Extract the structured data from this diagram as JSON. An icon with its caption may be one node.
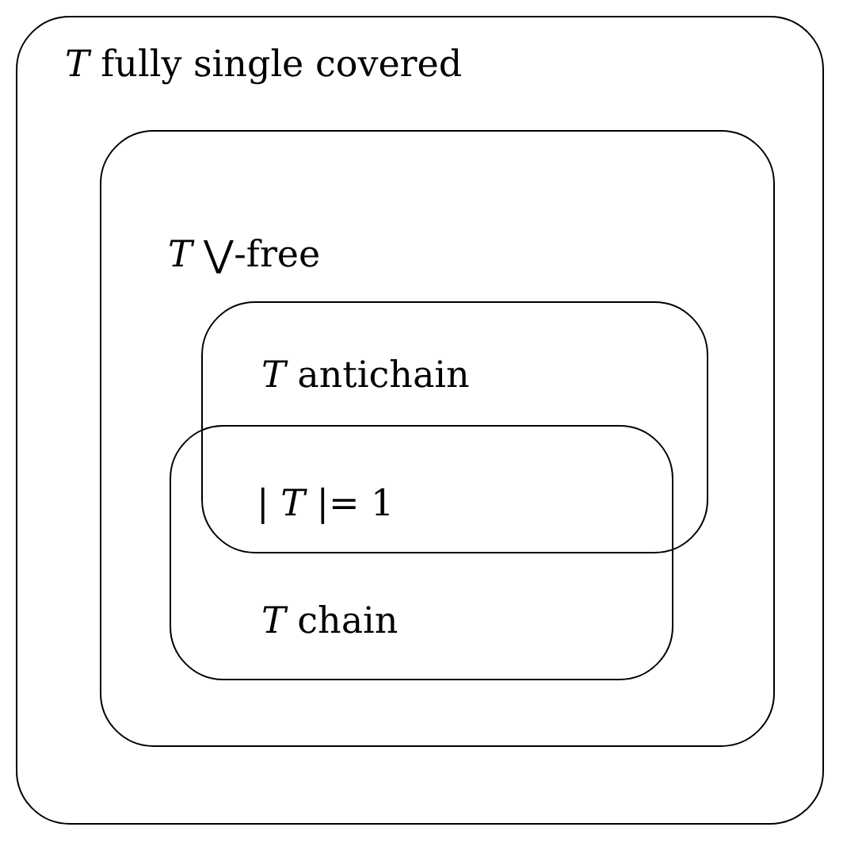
{
  "diagram": {
    "nodes": [
      {
        "text": [
          "*T* fully single covered"
        ]
      },
      {
        "text": [
          "*T* ⋁-free"
        ],
        "in": 0
      },
      {
        "text": [
          "*T* antichain"
        ],
        "in": 1
      },
      {
        "text": [
          "*T* chain"
        ],
        "in": 1
      }
    ],
    "labels": [
      "| *T* |= 1"
    ]
  }
}
